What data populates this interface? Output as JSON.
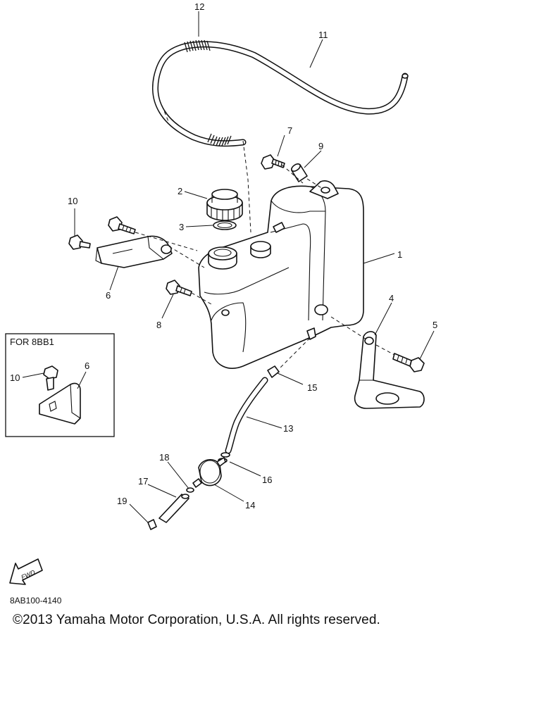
{
  "callouts": [
    {
      "id": "c1",
      "text": "1"
    },
    {
      "id": "c2",
      "text": "2"
    },
    {
      "id": "c3",
      "text": "3"
    },
    {
      "id": "c4",
      "text": "4"
    },
    {
      "id": "c5",
      "text": "5"
    },
    {
      "id": "c6",
      "text": "6"
    },
    {
      "id": "c7",
      "text": "7"
    },
    {
      "id": "c8",
      "text": "8"
    },
    {
      "id": "c9",
      "text": "9"
    },
    {
      "id": "c10",
      "text": "10"
    },
    {
      "id": "c11",
      "text": "11"
    },
    {
      "id": "c12",
      "text": "12"
    },
    {
      "id": "c13",
      "text": "13"
    },
    {
      "id": "c14",
      "text": "14"
    },
    {
      "id": "c15",
      "text": "15"
    },
    {
      "id": "c16",
      "text": "16"
    },
    {
      "id": "c17",
      "text": "17"
    },
    {
      "id": "c18",
      "text": "18"
    },
    {
      "id": "c19",
      "text": "19"
    }
  ],
  "inset": {
    "title": "FOR 8BB1",
    "callouts": [
      {
        "id": "i10",
        "text": "10"
      },
      {
        "id": "i6",
        "text": "6"
      }
    ]
  },
  "fwd_label": "FWD",
  "ref_code": "8AB100-4140",
  "copyright": "©2013 Yamaha Motor Corporation, U.S.A. All rights reserved."
}
